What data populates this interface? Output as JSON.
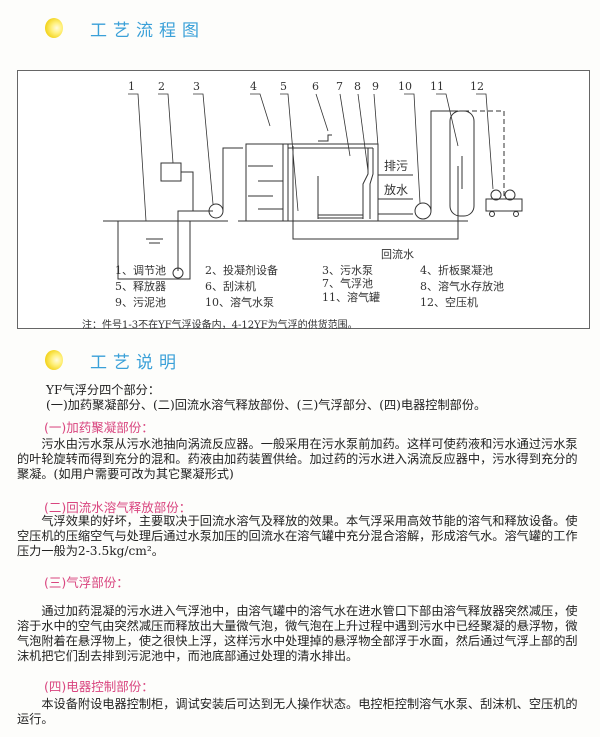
{
  "section1": {
    "title": "工艺流程图"
  },
  "diagram": {
    "numbers": [
      "1",
      "2",
      "3",
      "4",
      "5",
      "6",
      "7",
      "8",
      "9",
      "10",
      "11",
      "12"
    ],
    "label_sludge": "排污",
    "label_drain": "放水",
    "label_return": "回流水"
  },
  "legend": [
    "1、调节池",
    "2、投凝剂设备",
    "3、污水泵",
    "4、折板聚凝池",
    "5、释放器",
    "6、刮沫机",
    "7、气浮池",
    "8、溶气水存放池",
    "9、污泥池",
    "10、溶气水泵",
    "11、溶气罐",
    "12、空压机"
  ],
  "note": "注：件号1-3不在YF气浮设备内，4-12YF为气浮的供货范围。",
  "section2": {
    "title": "工艺说明"
  },
  "intro": [
    "YF气浮分四个部分：",
    "(一)加药聚凝部分、(二)回流水溶气释放部份、(三)气浮部分、(四)电器控制部份。"
  ],
  "parts": [
    {
      "heading": "(一)加药聚凝部份：",
      "lines": [
        "　　污水由污水泵从污水池抽向涡流反应器。一般采用在污水泵前加药。这样可使药液和污水通过污水泵",
        "的叶轮旋转而得到充分的混和。药液由加药装置供给。加过药的污水进入涡流反应器中，污水得到充分的",
        "聚凝。(如用户需要可改为其它聚凝形式)"
      ]
    },
    {
      "heading": "(二)回流水溶气释放部份：",
      "lines": [
        "　　气浮效果的好坏，主要取决于回流水溶气及释放的效果。本气浮采用高效节能的溶气和释放设备。使",
        "空压机的压缩空气与处理后通过水泵加压的回流水在溶气罐中充分混合溶解，形成溶气水。溶气罐的工作",
        "压力一般为2-3.5kg/cm²。"
      ]
    },
    {
      "heading": "(三)气浮部份：",
      "lines": [
        "　　通过加药混凝的污水进入气浮池中，由溶气罐中的溶气水在进水管口下部由溶气释放器突然减压，使",
        "溶于水中的空气由突然减压而释放出大量微气泡，微气泡在上升过程中遇到污水中已经聚凝的悬浮物，微",
        "气泡附着在悬浮物上，使之很快上浮，这样污水中处理掉的悬浮物全部浮于水面，然后通过气浮上部的刮",
        "沫机把它们刮去排到污泥池中，而池底部通过处理的清水排出。"
      ]
    },
    {
      "heading": "(四)电器控制部份：",
      "lines": [
        "　　本设备附设电器控制柜，调试安装后可达到无人操作状态。电控柜控制溶气水泵、刮沫机、空压机的",
        "运行。"
      ]
    }
  ]
}
